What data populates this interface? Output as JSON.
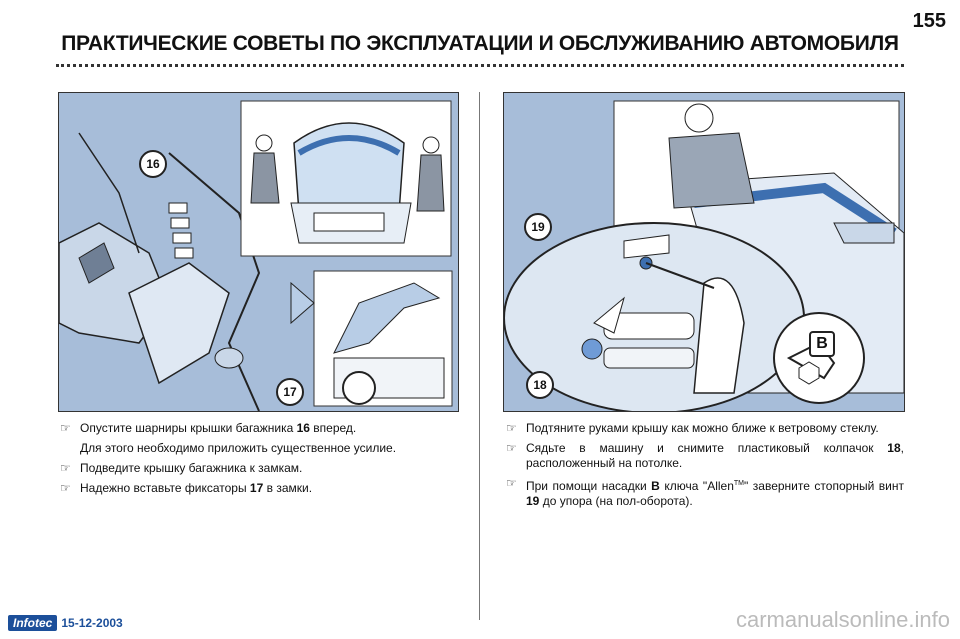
{
  "page": {
    "number": "155",
    "title": "ПРАКТИЧЕСКИЕ СОВЕТЫ ПО ЭКСПЛУАТАЦИИ И ОБСЛУЖИВАНИЮ АВТОМОБИЛЯ"
  },
  "left_figure": {
    "callouts": [
      "16",
      "17"
    ]
  },
  "right_figure": {
    "callouts": [
      "19",
      "18",
      "B"
    ]
  },
  "left_text": [
    {
      "pre": "Опустите шарниры крышки багажника ",
      "num": "16",
      "post": " вперед."
    },
    {
      "sub": "Для этого необходимо приложить существенное усилие."
    },
    {
      "pre": "Подведите крышку багажника к замкам.",
      "num": "",
      "post": ""
    },
    {
      "pre": "Надежно вставьте фиксаторы ",
      "num": "17",
      "post": " в замки."
    }
  ],
  "right_text": [
    {
      "pre": "Подтяните руками крышу как можно ближе к ветровому стеклу.",
      "num": "",
      "post": ""
    },
    {
      "pre": "Сядьте в машину и снимите пластиковый колпачок ",
      "num": "18",
      "post": ", расположенный на потолке."
    },
    {
      "pre": "При помощи насадки ",
      "bold": "B",
      "mid": " ключа \"Allen",
      "tm": "TM",
      "mid2": "\" заверните стопорный винт ",
      "num": "19",
      "post": " до упора (на пол-оборота)."
    }
  ],
  "footer": {
    "logo": "Infotec",
    "date": "15-12-2003",
    "watermark": "carmanualsonline.info"
  },
  "colors": {
    "illustration_bg": "#a7bdd9",
    "brand": "#1c4f9a"
  }
}
